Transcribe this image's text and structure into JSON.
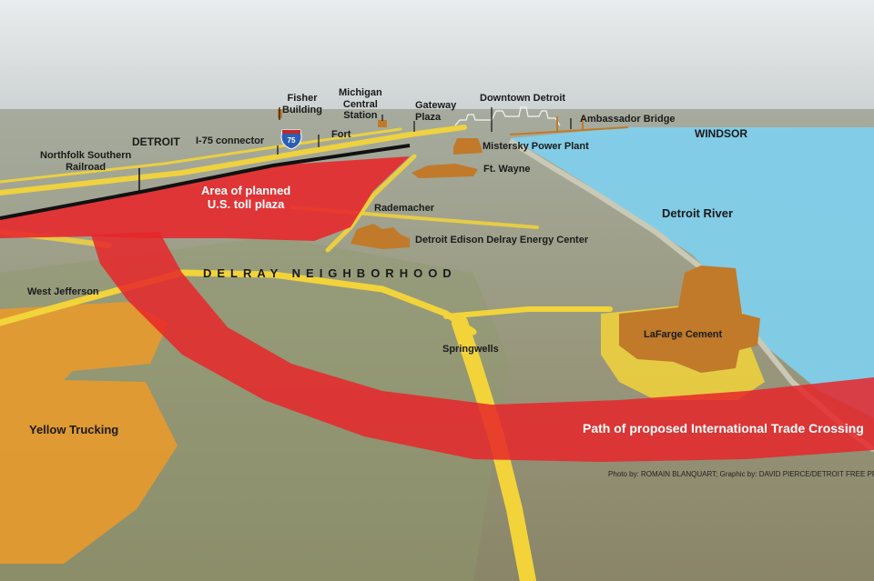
{
  "labels": {
    "detroit": "DETROIT",
    "windsor": "WINDSOR",
    "fisher_building": "Fisher\nBuilding",
    "michigan_central_station": "Michigan\nCentral\nStation",
    "gateway_plaza": "Gateway\nPlaza",
    "downtown_detroit": "Downtown Detroit",
    "ambassador_bridge": "Ambassador Bridge",
    "i75_connector": "I-75 connector",
    "interstate_shield": "75",
    "fort": "Fort",
    "northfolk_southern_railroad": "Northfolk Southern\nRailroad",
    "mistersky_power_plant": "Mistersky Power Plant",
    "ft_wayne": "Ft. Wayne",
    "toll_plaza": "Area of planned\nU.S. toll plaza",
    "rademacher": "Rademacher",
    "detroit_river": "Detroit River",
    "detroit_edison": "Detroit Edison Delray Energy Center",
    "delray_neighborhood": "DELRAY NEIGHBORHOOD",
    "west_jefferson": "West Jefferson",
    "springwells": "Springwells",
    "lafarge_cement": "LaFarge Cement",
    "yellow_trucking": "Yellow Trucking",
    "trade_crossing_path": "Path of proposed International Trade Crossing"
  },
  "credit": "Photo by: ROMAIN BLANQUART; Graphic by: DAVID PIERCE/DETROIT FREE PRESS",
  "colors": {
    "toll_plaza_red": "#e8262a",
    "road_yellow": "#f2d43a",
    "property_orange": "#e89a2c",
    "building_brown": "#c07a2a",
    "river_blue": "#7fd0f0",
    "railroad_black": "#111111"
  }
}
